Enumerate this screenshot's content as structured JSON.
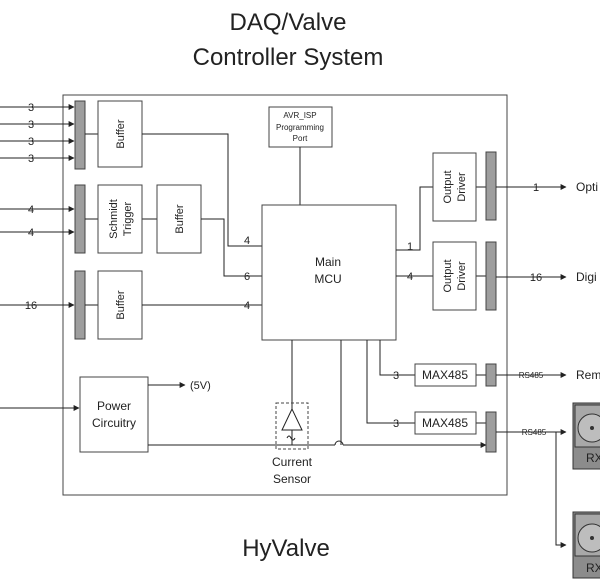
{
  "title_line1": "DAQ/Valve",
  "title_line2": "Controller System",
  "footer": "HyValve",
  "blocks": {
    "buffer_top": "Buffer",
    "schmitt_line1": "Schmidt",
    "schmitt_line2": "Trigger",
    "buffer_mid": "Buffer",
    "buffer_bottom": "Buffer",
    "avr_line1": "AVR_ISP",
    "avr_line2": "Programming",
    "avr_line3": "Port",
    "mcu_line1": "Main",
    "mcu_line2": "MCU",
    "output_driver1_line1": "Output",
    "output_driver1_line2": "Driver",
    "output_driver2_line1": "Output",
    "output_driver2_line2": "Driver",
    "max485_1": "MAX485",
    "max485_2": "MAX485",
    "power_line1": "Power",
    "power_line2": "Circuitry",
    "current_sensor_line1": "Current",
    "current_sensor_line2": "Sensor",
    "power_out": "(5V)",
    "rx1": "RX",
    "rx2": "RX"
  },
  "bus_labels": {
    "in1": "3",
    "in2": "3",
    "in3": "3",
    "in4": "3",
    "in5": "4",
    "in6": "4",
    "in7": "16",
    "mcu_in1": "4",
    "mcu_in2": "6",
    "mcu_in3": "4",
    "mcu_out1": "1",
    "mcu_out2": "4",
    "max1_in": "3",
    "max2_in": "3",
    "out1": "1",
    "out2": "16",
    "rs485_1": "RS485",
    "rs485_2": "RS485"
  },
  "right_labels": {
    "out1": "Opti",
    "out2": "Digi",
    "out3": "Rem"
  }
}
